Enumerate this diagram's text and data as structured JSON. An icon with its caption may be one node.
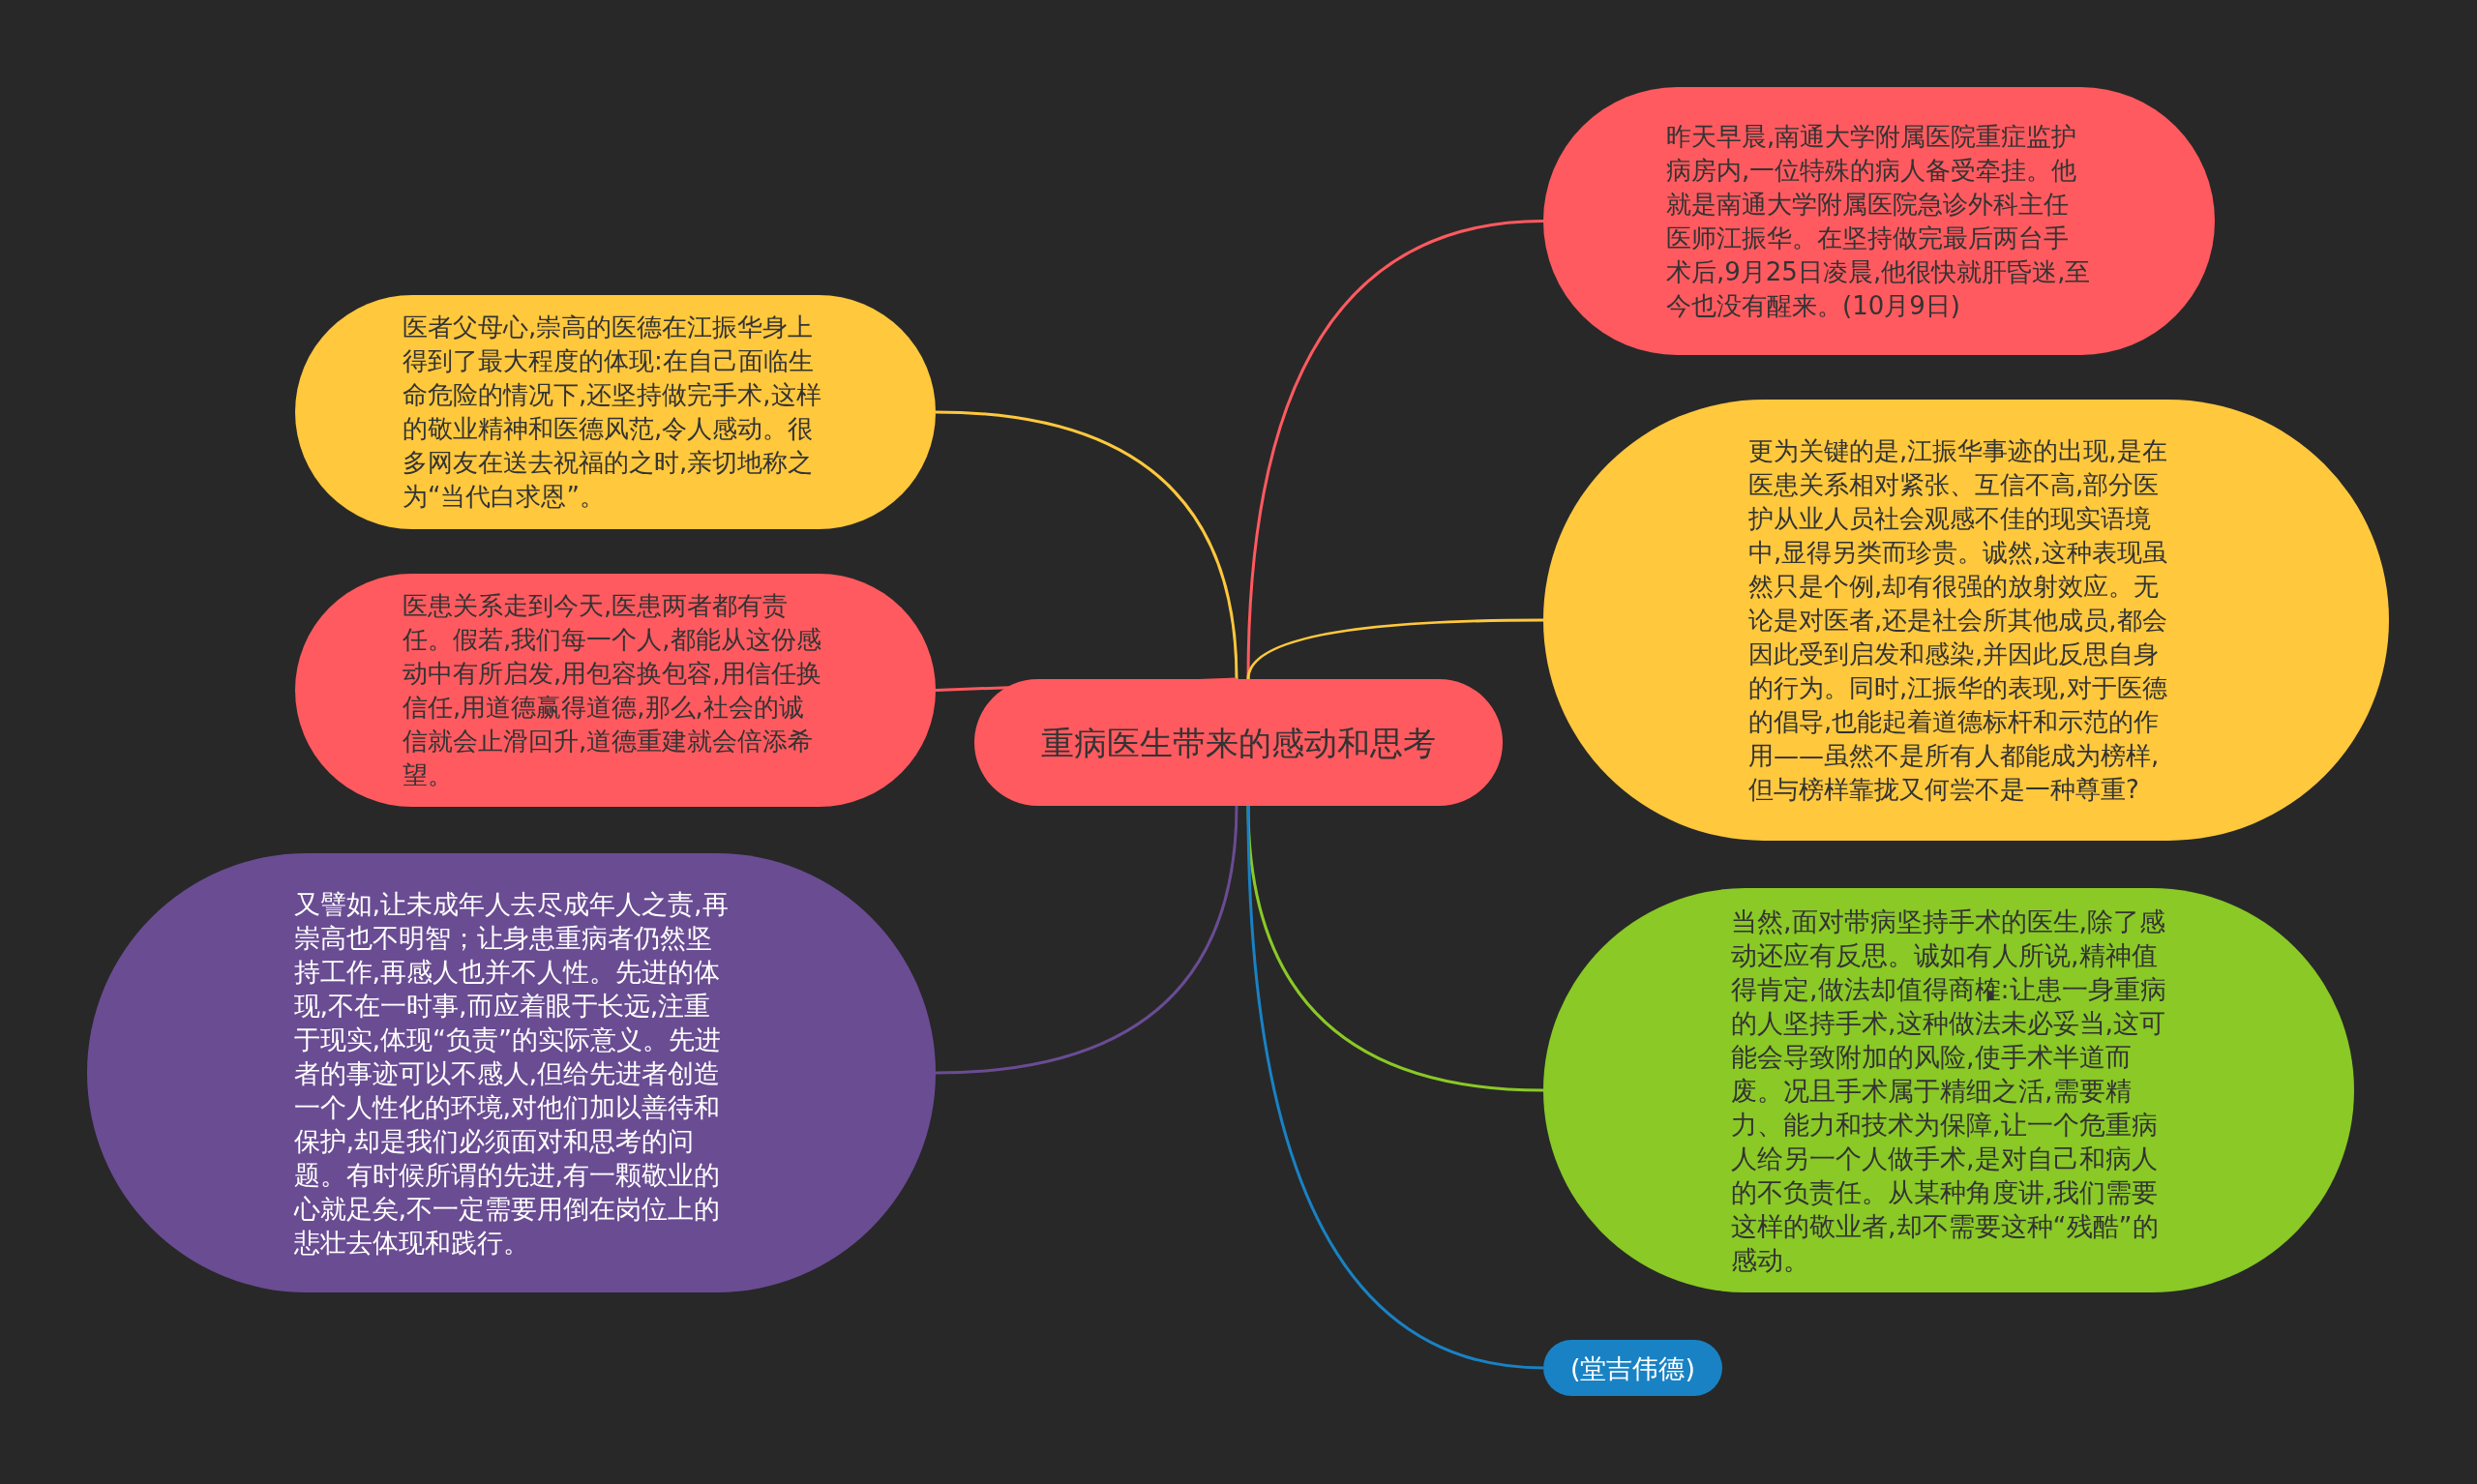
{
  "diagram": {
    "nodes": [
      {
        "text": [
          "重病医生带来的感动和思考"
        ]
      },
      {
        "text": [
          "医者父母心,崇高的医德在江振华身上得到了最大程度的体现:在自己面临生命危险的情况下,还坚持做完手术,这样的敬业精神和医德风范,令人感动。很多网友在送去祝福的之时,亲切地称之为“当代白求恩”。"
        ]
      },
      {
        "text": [
          "医患关系走到今天,医患两者都有责任。假若,我们每一个人,都能从这份感动中有所启发,用包容换包容,用信任换信任,用道德赢得道德,那么,社会的诚信就会止滑回升,道德重建就会倍添希望。"
        ]
      },
      {
        "text": [
          "又譬如,让未成年人去尽成年人之责,再崇高也不明智；让身患重病者仍然坚持工作,再感人也并不人性。先进的体现,不在一时事,而应着眼于长远,注重于现实,体现“负责”的实际意义。先进者的事迹可以不感人,但给先进者创造一个人性化的环境,对他们加以善待和保护,却是我们必须面对和思考的问题。有时候所谓的先进,有一颗敬业的心就足矣,不一定需要用倒在岗位上的悲壮去体现和践行。"
        ]
      },
      {
        "text": [
          "昨天早晨,南通大学附属医院重症监护病房内,一位特殊的病人备受牵挂。他就是南通大学附属医院急诊外科主任医师江振华。在坚持做完最后两台手术后,9月25日凌晨,他很快就肝昏迷,至今也没有醒来。(10月9日)"
        ]
      },
      {
        "text": [
          "更为关键的是,江振华事迹的出现,是在医患关系相对紧张、互信不高,部分医护从业人员社会观感不佳的现实语境中,显得另类而珍贵。诚然,这种表现虽然只是个例,却有很强的放射效应。无论是对医者,还是社会所其他成员,都会因此受到启发和感染,并因此反思自身的行为。同时,江振华的表现,对于医德的倡导,也能起着道德标杆和示范的作用——虽然不是所有人都能成为榜样,但与榜样靠拢又何尝不是一种尊重?"
        ]
      },
      {
        "text": [
          "当然,面对带病坚持手术的医生,除了感动还应有反思。诚如有人所说,精神值得肯定,做法却值得商榷:让患一身重病的人坚持手术,这种做法未必妥当,这可能会导致附加的风险,使手术半道而废。况且手术属于精细之活,需要精力、能力和技术为保障,让一个危重病人给另一个人做手术,是对自己和病人的不负责任。从某种角度讲,我们需要这样的敬业者,却不需要这种“残酷”的感动。"
        ]
      },
      {
        "text": [
          "(堂吉伟德)"
        ]
      }
    ],
    "edges": [
      {
        "from": 0,
        "to": 1,
        "arrow": "none",
        "color": "#ffc83d"
      },
      {
        "from": 0,
        "to": 2,
        "arrow": "none",
        "color": "#ff5a5f"
      },
      {
        "from": 0,
        "to": 3,
        "arrow": "none",
        "color": "#6a4c93"
      },
      {
        "from": 0,
        "to": 4,
        "arrow": "none",
        "color": "#ff5a5f"
      },
      {
        "from": 0,
        "to": 5,
        "arrow": "none",
        "color": "#ffc83d"
      },
      {
        "from": 0,
        "to": 6,
        "arrow": "none",
        "color": "#8ac926"
      },
      {
        "from": 0,
        "to": 7,
        "arrow": "none",
        "color": "#1982c4"
      }
    ]
  }
}
